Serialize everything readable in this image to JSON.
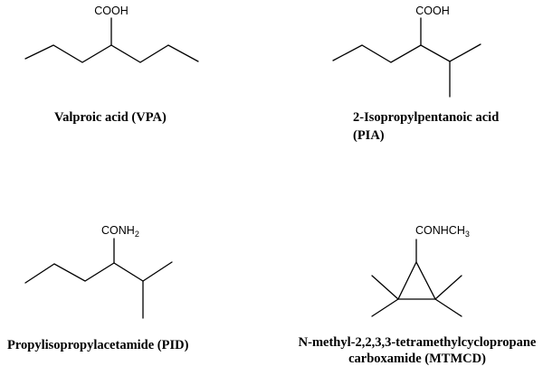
{
  "molecules": [
    {
      "group_label": "COOH",
      "caption_lines": [
        "Valproic acid (VPA)"
      ]
    },
    {
      "group_label": "COOH",
      "caption_lines": [
        "2-Isopropylpentanoic acid",
        "(PIA)"
      ]
    },
    {
      "group_label_main": "CONH",
      "group_label_sub": "2",
      "caption_lines": [
        "Propylisopropylacetamide (PID)"
      ]
    },
    {
      "group_label_main": "CONHCH",
      "group_label_sub": "3",
      "caption_lines": [
        "N-methyl-2,2,3,3-tetramethylcyclopropane",
        "carboxamide (MTMCD)"
      ]
    }
  ]
}
